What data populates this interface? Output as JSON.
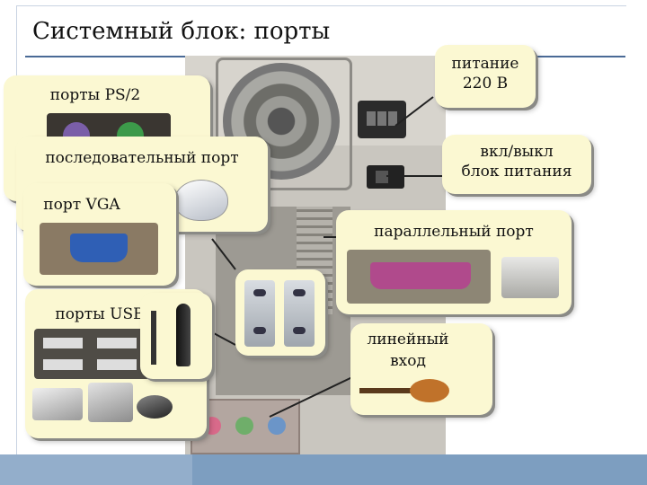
{
  "title": "Системный блок: порты",
  "callouts": {
    "ps2": "порты PS/2",
    "serial": "последовательный порт",
    "vga": "порт VGA",
    "usb": "порты USB",
    "power": "питание\n220 В",
    "switch": "вкл/выкл\nблок питания",
    "parallel": "параллельный порт",
    "line_in": "линейный\nвход"
  },
  "colors": {
    "bubble": "#fbf8d2",
    "accent_bar": "#7d9ec0",
    "rule": "#4a6a96",
    "ps2_keyboard": "#7a5ea8",
    "ps2_mouse": "#3c9a4a",
    "vga_port": "#2f5fb5",
    "parallel_port": "#b04a8c",
    "audio_pink": "#d86a8a",
    "audio_green": "#6fae6a",
    "audio_blue": "#6b95c8"
  },
  "icons": [
    "mouse-icon",
    "printer-icon",
    "scanner-icon",
    "photo-printer-icon",
    "microphone-icon",
    "speakers-icon",
    "guitar-icon",
    "fan-icon"
  ]
}
